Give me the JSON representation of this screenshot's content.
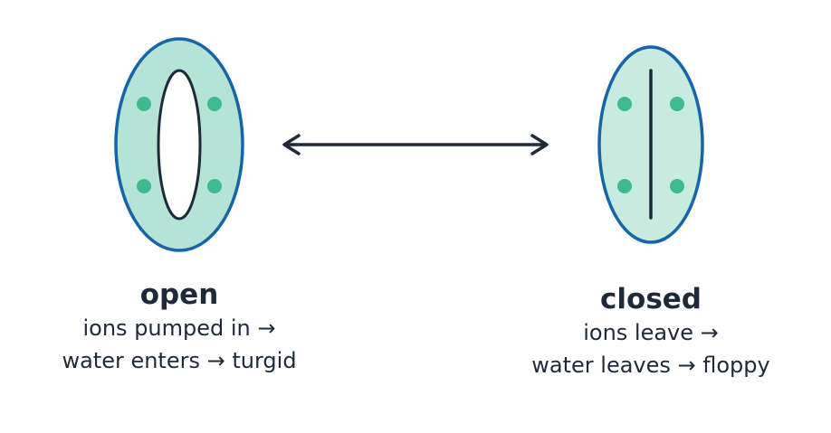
{
  "colors": {
    "outline": "#1565a8",
    "fill_open": "#b5e3d5",
    "fill_closed": "#c8ebe0",
    "dot": "#3dbb8f",
    "stroke_dark": "#1e2a3a",
    "background": "#ffffff"
  },
  "open_state": {
    "title": "open",
    "line1": "ions pumped in →",
    "line2": "water enters → turgid"
  },
  "closed_state": {
    "title": "closed",
    "line1": "ions leave →",
    "line2": "water leaves → floppy"
  },
  "arrow": {
    "icon": "double-headed-arrow-icon"
  }
}
